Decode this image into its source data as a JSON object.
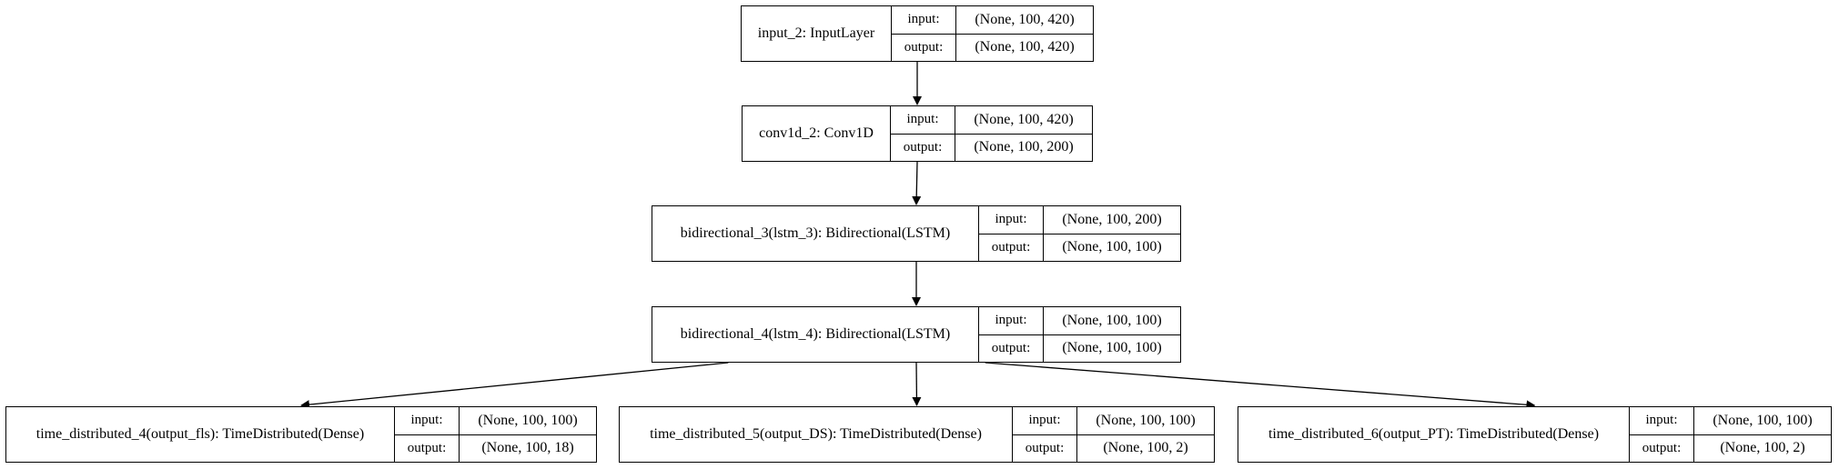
{
  "diagram": {
    "labels": {
      "input": "input:",
      "output": "output:"
    },
    "nodes": [
      {
        "id": "n0",
        "name": "input_2: InputLayer",
        "input": "(None, 100, 420)",
        "output": "(None, 100, 420)"
      },
      {
        "id": "n1",
        "name": "conv1d_2: Conv1D",
        "input": "(None, 100, 420)",
        "output": "(None, 100, 200)"
      },
      {
        "id": "n2",
        "name": "bidirectional_3(lstm_3): Bidirectional(LSTM)",
        "input": "(None, 100, 200)",
        "output": "(None, 100, 100)"
      },
      {
        "id": "n3",
        "name": "bidirectional_4(lstm_4): Bidirectional(LSTM)",
        "input": "(None, 100, 100)",
        "output": "(None, 100, 100)"
      },
      {
        "id": "n4",
        "name": "time_distributed_4(output_fls): TimeDistributed(Dense)",
        "input": "(None, 100, 100)",
        "output": "(None, 100, 18)"
      },
      {
        "id": "n5",
        "name": "time_distributed_5(output_DS): TimeDistributed(Dense)",
        "input": "(None, 100, 100)",
        "output": "(None, 100, 2)"
      },
      {
        "id": "n6",
        "name": "time_distributed_6(output_PT): TimeDistributed(Dense)",
        "input": "(None, 100, 100)",
        "output": "(None, 100, 2)"
      }
    ],
    "edges": [
      {
        "from": "n0",
        "to": "n1"
      },
      {
        "from": "n1",
        "to": "n2"
      },
      {
        "from": "n2",
        "to": "n3"
      },
      {
        "from": "n3",
        "to": "n4"
      },
      {
        "from": "n3",
        "to": "n5"
      },
      {
        "from": "n3",
        "to": "n6"
      }
    ]
  }
}
